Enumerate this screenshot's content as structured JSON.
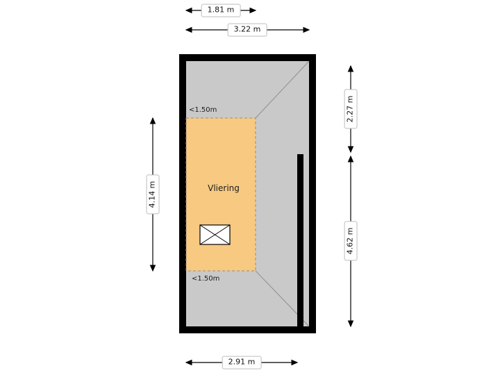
{
  "plan": {
    "room_label": "Vliering",
    "height_marker_top": "<1.50m",
    "height_marker_bottom": "<1.50m",
    "colors": {
      "wall": "#000000",
      "floor_gray": "#c9c9c9",
      "floor_orange": "#f7c981",
      "roof_line": "#8f8f8f",
      "dim_line": "#000000",
      "background": "#ffffff"
    }
  },
  "dimensions": {
    "top_inner": "1.81 m",
    "top_outer": "3.22 m",
    "right_upper": "2.27 m",
    "right_lower": "4.62 m",
    "left": "4.14 m",
    "bottom": "2.91 m"
  }
}
